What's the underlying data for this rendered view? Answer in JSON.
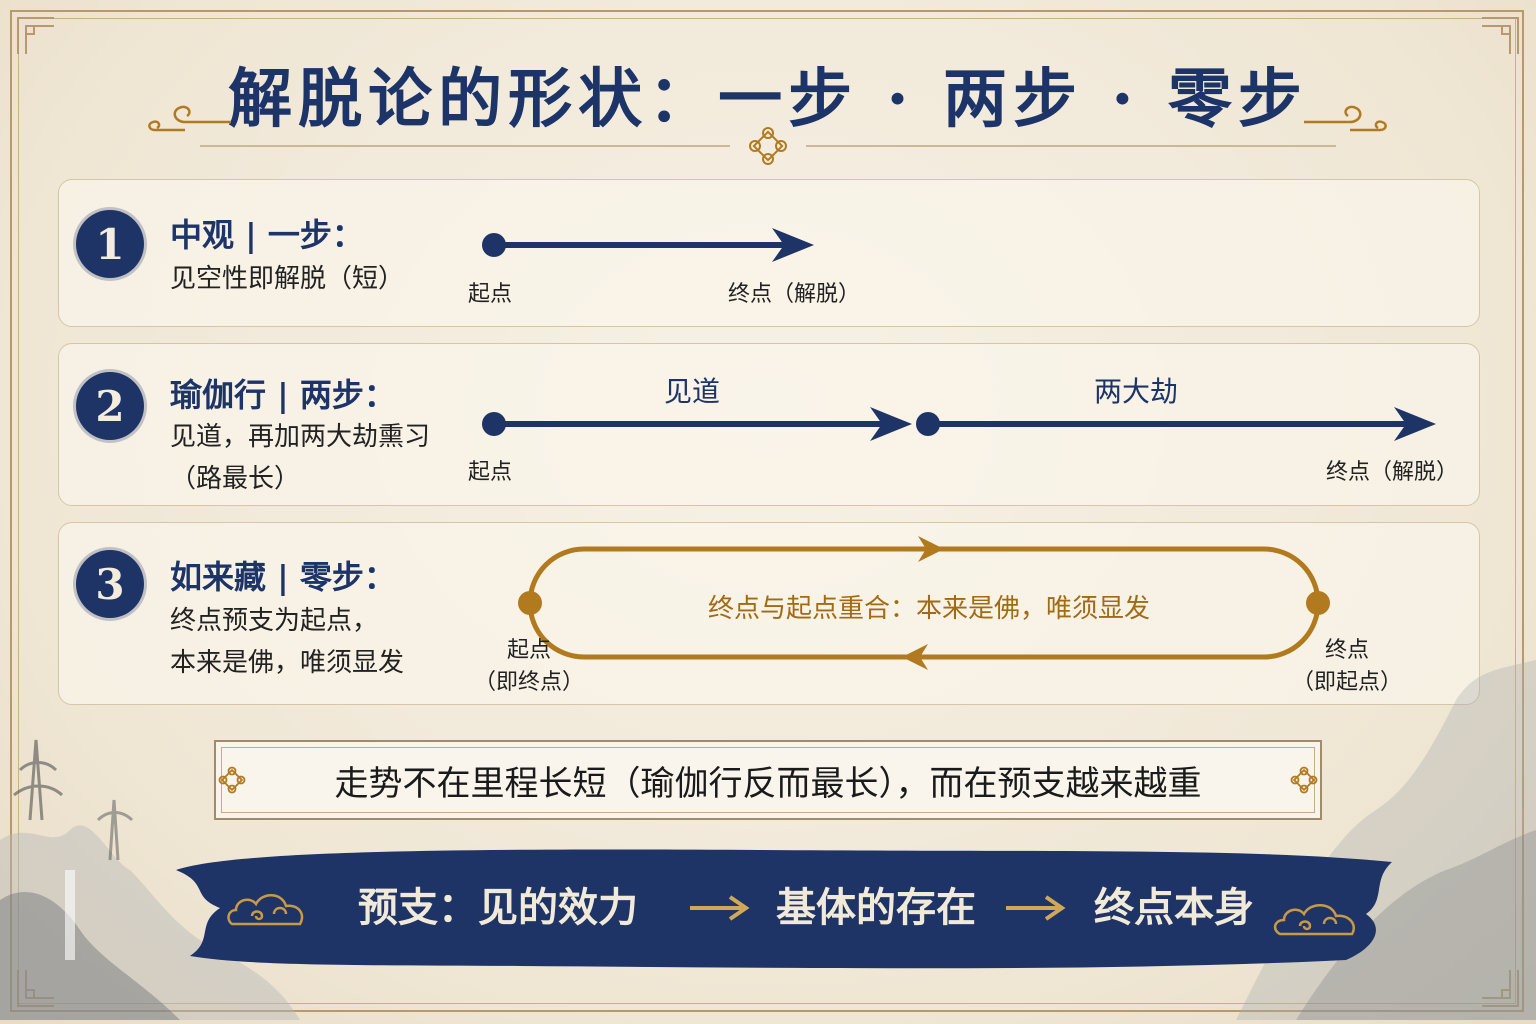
{
  "title": "解脱论的形状：一步 · 两步 · 零步",
  "colors": {
    "navy": "#1e3466",
    "gold": "#b27a1f",
    "paper": "#f3ecdf"
  },
  "rows": [
    {
      "number": "1",
      "title": "中观 | 一步：",
      "desc": [
        "见空性即解脱（短）"
      ],
      "start_label": "起点",
      "end_label": "终点（解脱）"
    },
    {
      "number": "2",
      "title": "瑜伽行 | 两步：",
      "desc": [
        "见道，再加两大劫熏习",
        "（路最长）"
      ],
      "segment_labels": [
        "见道",
        "两大劫"
      ],
      "start_label": "起点",
      "end_label": "终点（解脱）"
    },
    {
      "number": "3",
      "title": "如来藏 | 零步：",
      "desc": [
        "终点预支为起点，",
        "本来是佛，唯须显发"
      ],
      "loop_label": "终点与起点重合：本来是佛，唯须显发",
      "start_label": [
        "起点",
        "（即终点）"
      ],
      "end_label": [
        "终点",
        "（即起点）"
      ]
    }
  ],
  "note": "走势不在里程长短（瑜伽行反而最长），而在预支越来越重",
  "banner": {
    "items": [
      "预支：见的效力",
      "基体的存在",
      "终点本身"
    ],
    "arrow": "→"
  }
}
